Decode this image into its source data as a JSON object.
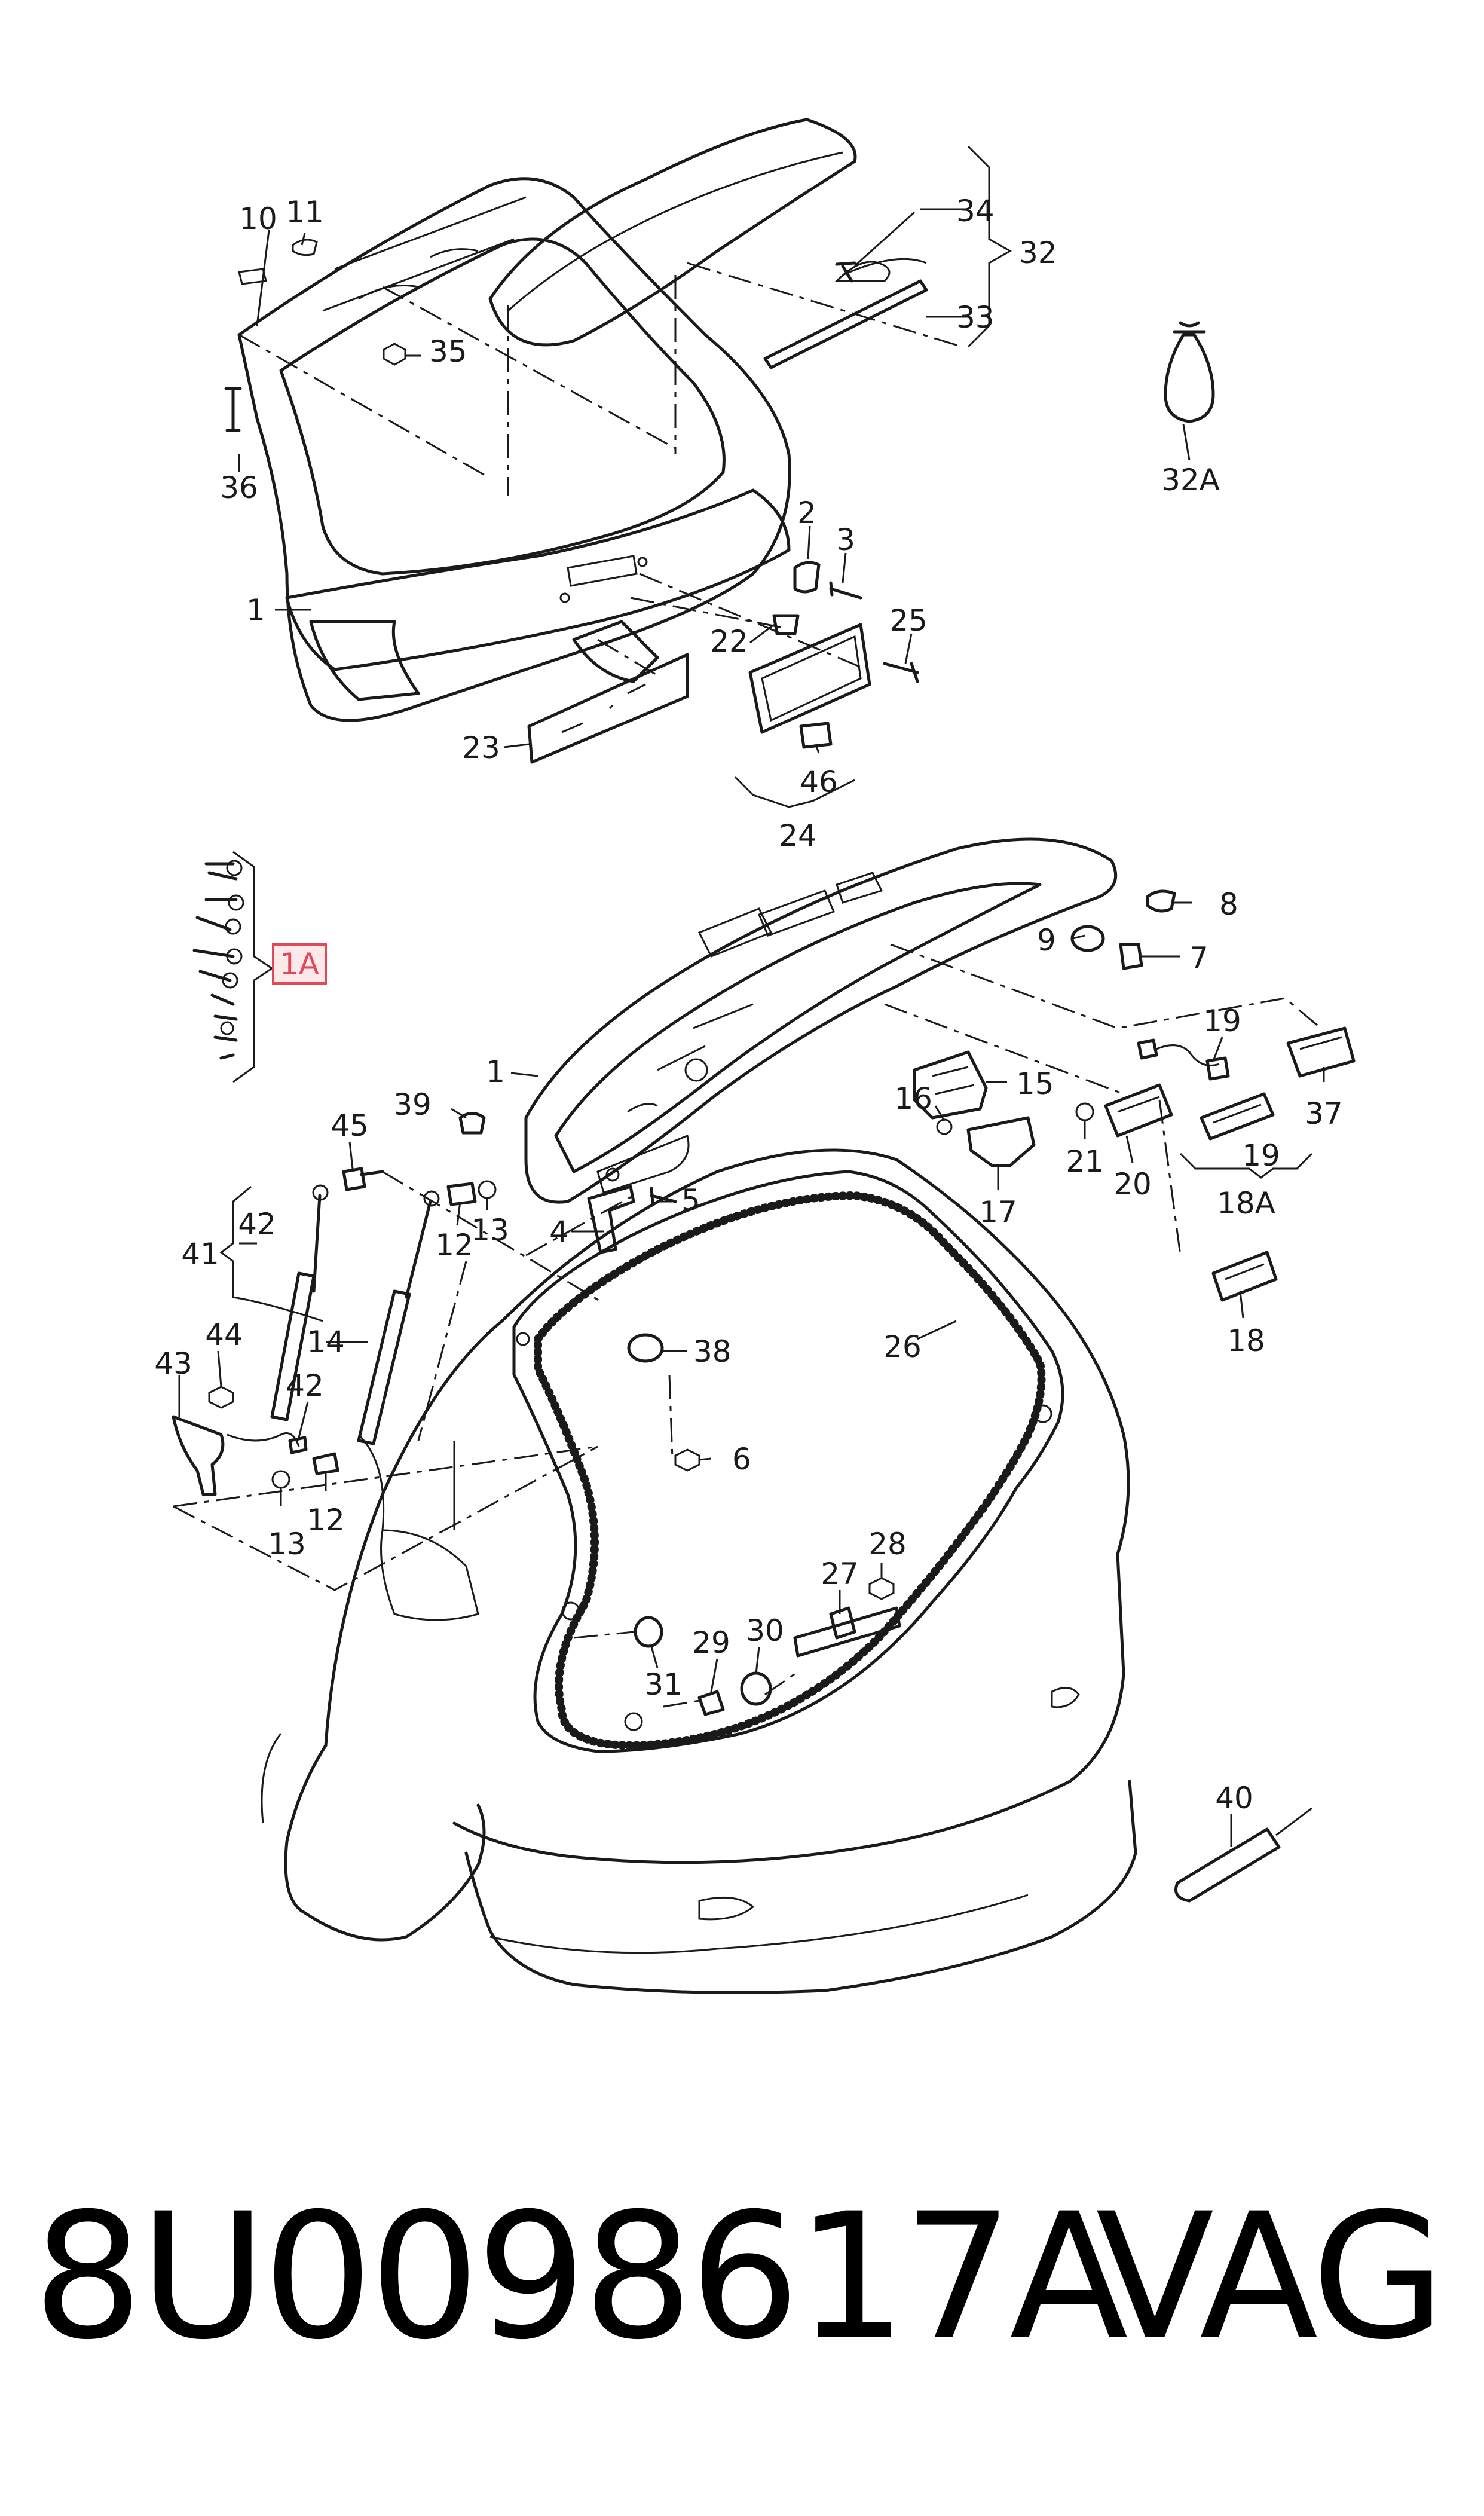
{
  "footer": {
    "part_number": "8U0098617A",
    "brand": "VAG"
  },
  "callouts": {
    "c1_top": "1",
    "c1_mid": "1",
    "c1A": "1A",
    "c2": "2",
    "c3": "3",
    "c4": "4",
    "c5": "5",
    "c6": "6",
    "c7": "7",
    "c8": "8",
    "c9": "9",
    "c10": "10",
    "c11": "11",
    "c12a": "12",
    "c12b": "12",
    "c13a": "13",
    "c13b": "13",
    "c14": "14",
    "c15": "15",
    "c16": "16",
    "c17": "17",
    "c18": "18",
    "c18A": "18A",
    "c19a": "19",
    "c19b": "19",
    "c20": "20",
    "c21": "21",
    "c22": "22",
    "c23": "23",
    "c24": "24",
    "c25": "25",
    "c26": "26",
    "c27": "27",
    "c28": "28",
    "c29": "29",
    "c30": "30",
    "c31": "31",
    "c32": "32",
    "c32A": "32A",
    "c33": "33",
    "c34": "34",
    "c35": "35",
    "c36": "36",
    "c37": "37",
    "c38": "38",
    "c39": "39",
    "c40": "40",
    "c41": "41",
    "c42a": "42",
    "c42b": "42",
    "c43": "43",
    "c44": "44",
    "c45": "45",
    "c46": "46"
  },
  "colors": {
    "line": "#1a1a1a",
    "highlight_stroke": "#e2485a",
    "highlight_fill": "#fde9ea"
  }
}
